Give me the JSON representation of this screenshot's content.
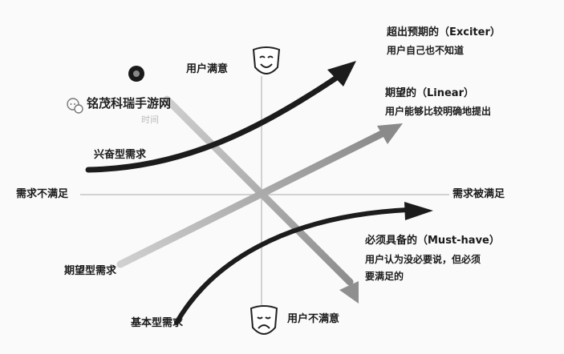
{
  "axis_labels": {
    "left": "需求不满足",
    "right": "需求被满足",
    "top": "用户满意",
    "bottom": "用户不满意"
  },
  "curve_labels": {
    "exciter_title": "超出预期的（Exciter）",
    "exciter_desc": "用户自己也不知道",
    "linear_title": "期望的（Linear）",
    "linear_desc": "用户能够比较明确地提出",
    "musthave_title": "必须具备的（Must-have）",
    "musthave_desc_1": "用户认为没必要说，但必须",
    "musthave_desc_2": "要满足的"
  },
  "requirement_labels": {
    "exciting": "兴奋型需求",
    "expected": "期望型需求",
    "basic": "基本型需求"
  },
  "watermark": {
    "brand": "铭茂科瑞手游网",
    "sub": "时间"
  },
  "colors": {
    "dark_arrow": "#1c1c1c",
    "gray_arrow": "#9a9a9a",
    "axis": "#bdbdbd"
  }
}
